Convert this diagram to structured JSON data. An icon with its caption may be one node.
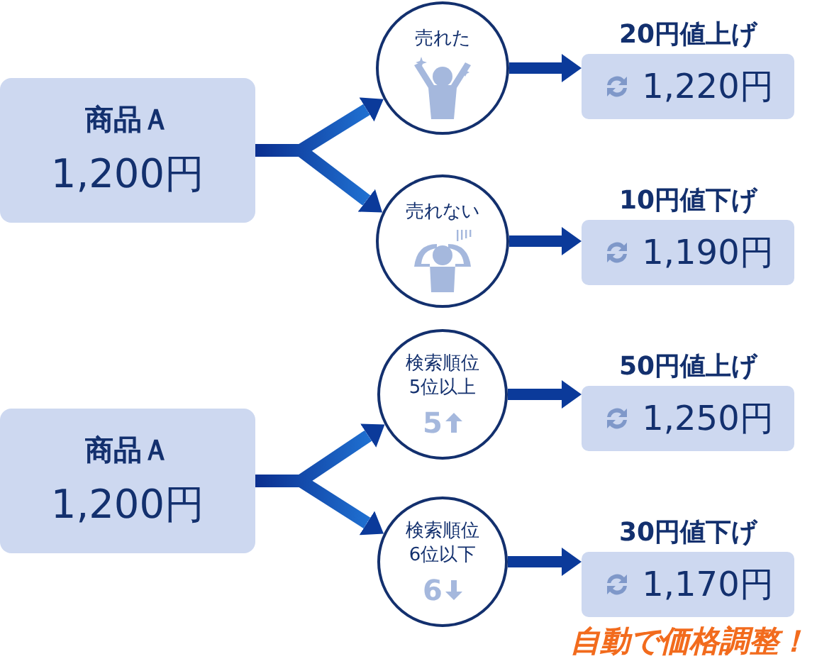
{
  "diagram": {
    "nodes": [
      {
        "text": [
          "商品Ａ",
          "1,200円"
        ]
      },
      {
        "text": [
          "売れた"
        ]
      },
      {
        "text": [
          "20円値上げ",
          "1,220円"
        ]
      },
      {
        "text": [
          "売れない"
        ]
      },
      {
        "text": [
          "10円値下げ",
          "1,190円"
        ]
      },
      {
        "text": [
          "商品Ａ",
          "1,200円"
        ]
      },
      {
        "text": [
          "検索順位5位以上",
          "5"
        ]
      },
      {
        "text": [
          "50円値上げ",
          "1,250円"
        ]
      },
      {
        "text": [
          "検索順位6位以下",
          "6"
        ]
      },
      {
        "text": [
          "30円値下げ",
          "1,170円"
        ]
      }
    ],
    "edges": [
      {
        "from": 0,
        "to": 1,
        "arrow": "to"
      },
      {
        "from": 0,
        "to": 3,
        "arrow": "to"
      },
      {
        "from": 1,
        "to": 2,
        "arrow": "to"
      },
      {
        "from": 3,
        "to": 4,
        "arrow": "to"
      },
      {
        "from": 5,
        "to": 6,
        "arrow": "to"
      },
      {
        "from": 5,
        "to": 8,
        "arrow": "to"
      },
      {
        "from": 6,
        "to": 7,
        "arrow": "to"
      },
      {
        "from": 8,
        "to": 9,
        "arrow": "to"
      }
    ],
    "labels": [
      "自動で価格調整！"
    ]
  }
}
